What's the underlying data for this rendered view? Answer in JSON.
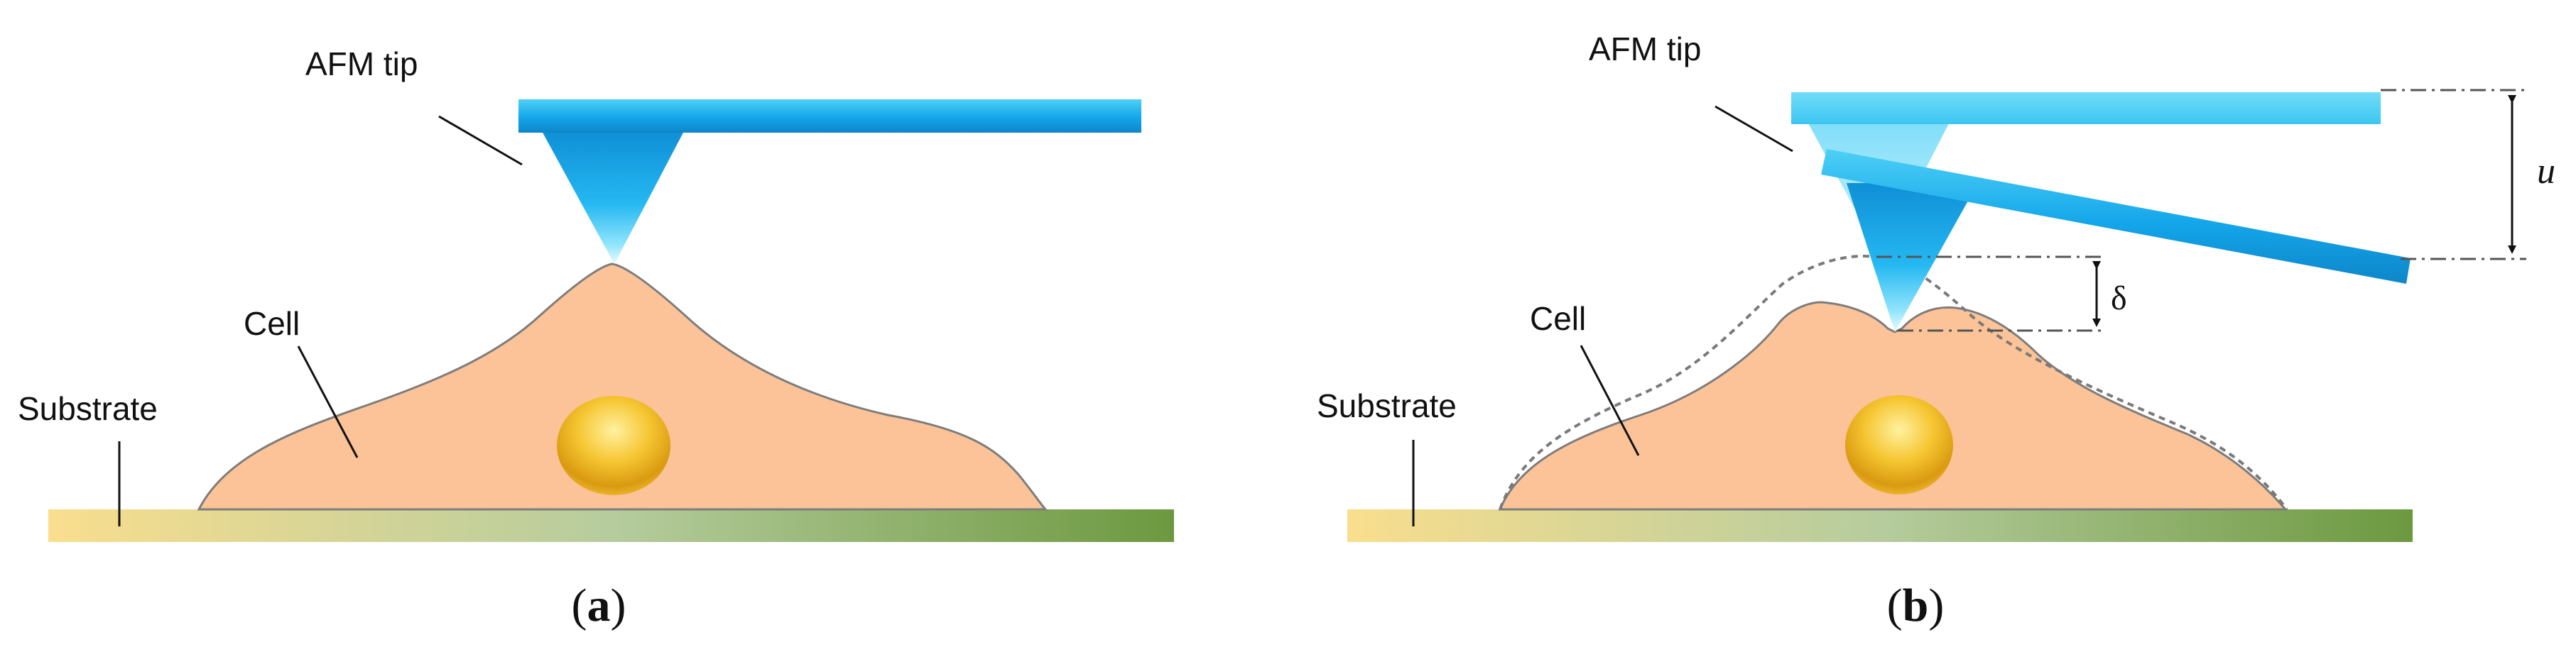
{
  "panel_a": {
    "labels": {
      "tip": "AFM tip",
      "cell": "Cell",
      "substrate": "Substrate"
    },
    "caption": {
      "open": "(",
      "letter": "a",
      "close": ")"
    }
  },
  "panel_b": {
    "labels": {
      "tip": "AFM tip",
      "cell": "Cell",
      "substrate": "Substrate"
    },
    "caption": {
      "open": "(",
      "letter": "b",
      "close": ")"
    },
    "symbols": {
      "deflection": "u",
      "indentation": "δ"
    }
  },
  "colors": {
    "cantilever": "#1aa9ec",
    "cantilever_light": "#55cff5",
    "cell_fill": "#fbc397",
    "cell_outline": "#7a7a7a",
    "nucleus": "#e6a812",
    "substrate_start": "#f8dd8c",
    "substrate_mid": "#b5cb9c",
    "substrate_end": "#6d9a42"
  }
}
